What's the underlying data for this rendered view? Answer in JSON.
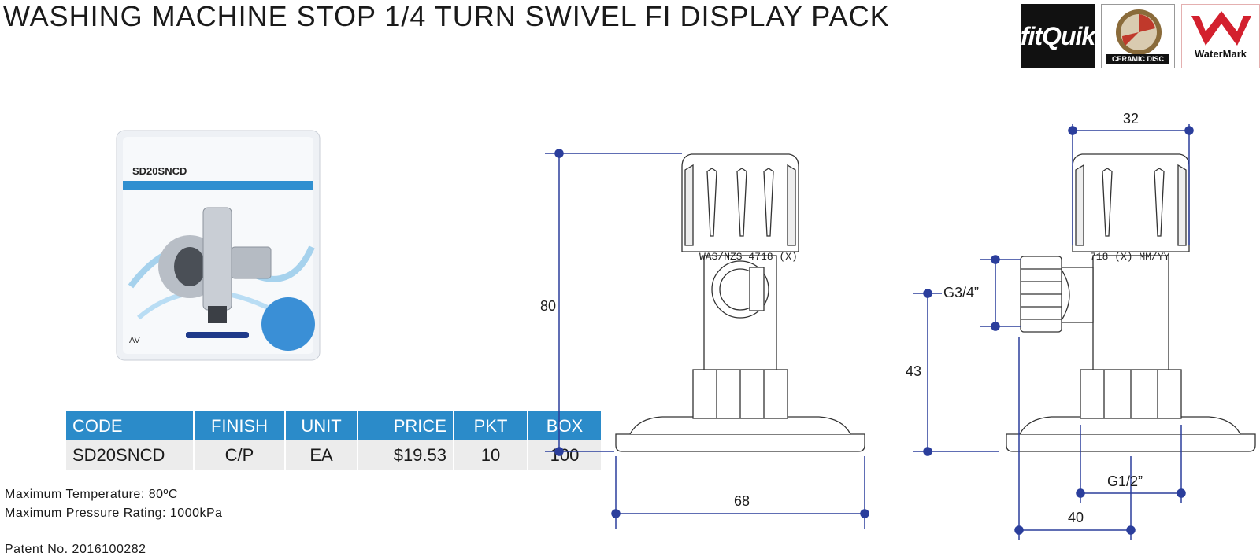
{
  "title": "WASHING MACHINE STOP 1/4 TURN SWIVEL FI DISPLAY PACK",
  "logos": {
    "fitquik": "fitQuik",
    "ceramic_disc": "CERAMIC DISC",
    "watermark": "WaterMark"
  },
  "pack": {
    "code": "SD20SNCD",
    "brand": "AV"
  },
  "table": {
    "headers": [
      "CODE",
      "FINISH",
      "UNIT",
      "PRICE",
      "PKT",
      "BOX"
    ],
    "row": [
      "SD20SNCD",
      "C/P",
      "EA",
      "$19.53",
      "10",
      "100"
    ]
  },
  "notes": {
    "max_temp": "Maximum Temperature: 80ºC",
    "max_pressure": "Maximum Pressure Rating: 1000kPa",
    "patent": "Patent No. 2016100282"
  },
  "dimensions": {
    "front_height": "80",
    "front_width": "68",
    "side_top_width": "32",
    "side_thread": "G3/4”",
    "side_height": "43",
    "side_base_thread": "G1/2”",
    "side_offset": "40"
  },
  "valve_marking": {
    "front": "WAS/NZS 4718 (X)",
    "side": "718 (X)  MM/YY"
  },
  "colors": {
    "header_blue": "#2b8bc9",
    "dimension_blue": "#2b3e9c",
    "row_grey": "#ececec"
  }
}
